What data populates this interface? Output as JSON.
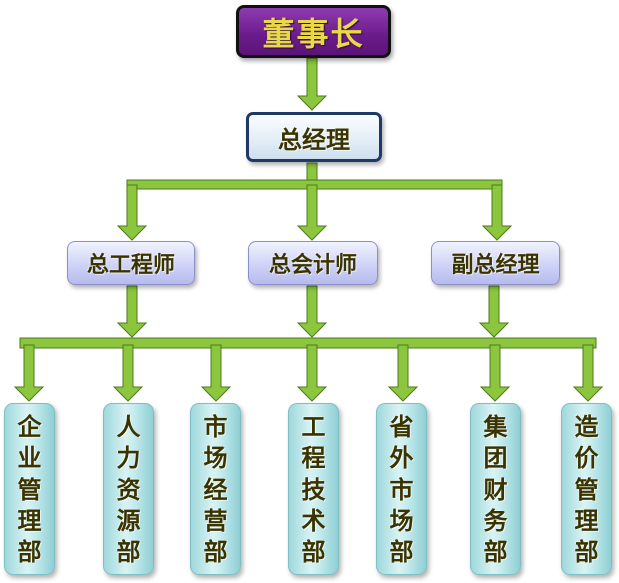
{
  "org_chart": {
    "chairman": "董事长",
    "general_manager": "总经理",
    "vice_level": [
      {
        "id": "chief-engineer",
        "label": "总工程师"
      },
      {
        "id": "chief-accountant",
        "label": "总会计师"
      },
      {
        "id": "deputy-gm",
        "label": "副总经理"
      }
    ],
    "departments": [
      {
        "id": "enterprise-management",
        "label": "企业管理部"
      },
      {
        "id": "human-resources",
        "label": "人力资源部"
      },
      {
        "id": "market-operations",
        "label": "市场经营部"
      },
      {
        "id": "engineering-technology",
        "label": "工程技术部"
      },
      {
        "id": "provincial-external-market",
        "label": "省外市场部"
      },
      {
        "id": "group-finance",
        "label": "集团财务部"
      },
      {
        "id": "cost-management",
        "label": "造价管理部"
      }
    ]
  },
  "colors": {
    "chairman_fill": "#6a1b8a",
    "chairman_text": "#e8d84a",
    "connector": "#8cc63f",
    "connector_outline": "#4d7a1c",
    "vice_fill": "#cfd3f7",
    "dept_fill": "#c6ecee",
    "text": "#3a3300"
  }
}
